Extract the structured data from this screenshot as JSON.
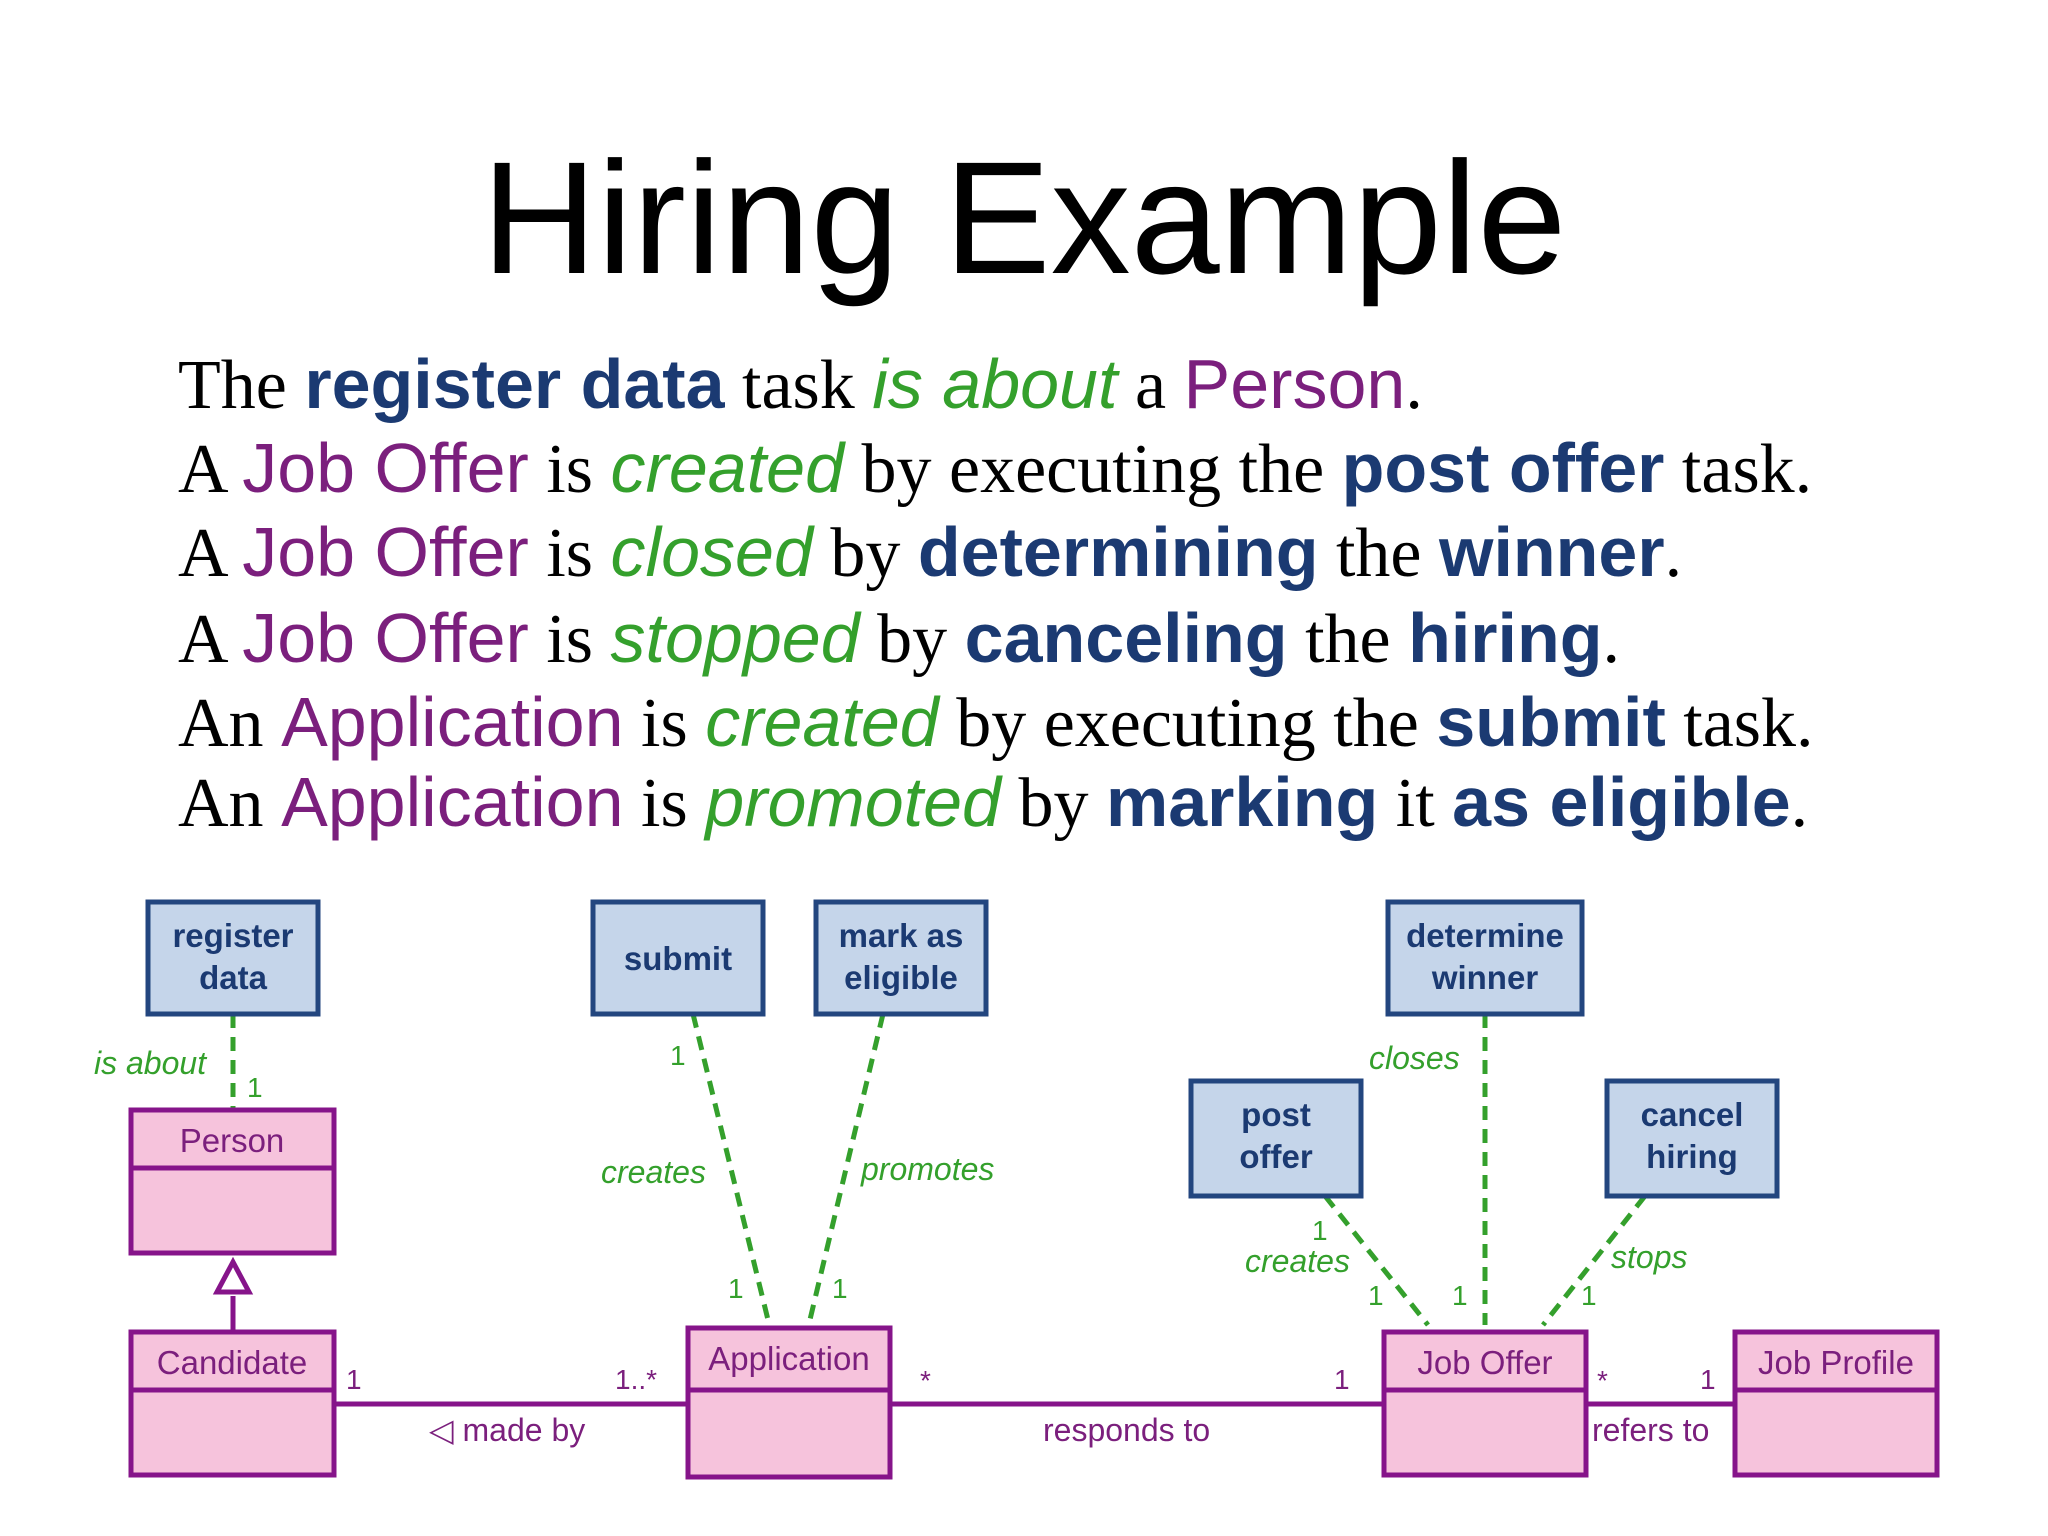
{
  "title": "Hiring Example",
  "sentences": [
    {
      "p": "The ",
      "t1": "register data",
      "m1": " task ",
      "v": "is about",
      "m2": " a ",
      "c": "Person",
      "end": "."
    },
    {
      "p": "A ",
      "c": "Job Offer",
      "m1": " is ",
      "v": "created",
      "m2": " by executing the ",
      "t1": "post offer",
      "end": " task."
    },
    {
      "p": "A ",
      "c": "Job Offer",
      "m1": " is ",
      "v": "closed",
      "m2": " by ",
      "t1": "determining",
      "m3": " the ",
      "t2": "winner",
      "end": "."
    },
    {
      "p": "A ",
      "c": "Job Offer",
      "m1": " is ",
      "v": "stopped",
      "m2": " by ",
      "t1": "canceling",
      "m3": " the ",
      "t2": "hiring",
      "end": "."
    },
    {
      "p": "An ",
      "c": "Application",
      "m1": " is ",
      "v": "created",
      "m2": " by executing the ",
      "t1": "submit",
      "end": " task."
    },
    {
      "p": "An ",
      "c": "Application",
      "m1": " is ",
      "v": "promoted",
      "m2": " by ",
      "t1": "marking",
      "m3": " it ",
      "t2": "as eligible",
      "end": "."
    }
  ],
  "tasks": {
    "register_data": [
      "register",
      "data"
    ],
    "submit": [
      "submit"
    ],
    "mark_as_eligible": [
      "mark as",
      "eligible"
    ],
    "determine_winner": [
      "determine",
      "winner"
    ],
    "post_offer": [
      "post",
      "offer"
    ],
    "cancel_hiring": [
      "cancel",
      "hiring"
    ]
  },
  "classes": {
    "person": "Person",
    "candidate": "Candidate",
    "application": "Application",
    "job_offer": "Job Offer",
    "job_profile": "Job Profile"
  },
  "task_links": {
    "is_about": {
      "label": "is about",
      "mult": "1"
    },
    "creates_app": {
      "label": "creates",
      "mult_task": "1",
      "mult_class": "1"
    },
    "promotes": {
      "label": "promotes",
      "mult_class": "1"
    },
    "closes": {
      "label": "closes",
      "mult_class": "1"
    },
    "creates_offer": {
      "label": "creates",
      "mult_task": "1",
      "mult_class": "1"
    },
    "stops": {
      "label": "stops",
      "mult_class": "1"
    }
  },
  "associations": {
    "made_by": {
      "label": "◁ made by",
      "mult_left": "1",
      "mult_right": "1..*"
    },
    "responds_to": {
      "label": "responds to",
      "mult_left": "*",
      "mult_right": "1"
    },
    "refers_to": {
      "label": "refers to",
      "mult_left": "*",
      "mult_right": "1"
    }
  },
  "colors": {
    "task_text": "#1b3a72",
    "task_fill": "#c5d5ea",
    "task_border": "#23467f",
    "class_text": "#7b1f7d",
    "class_fill": "#f6c3dc",
    "class_border": "#86148a",
    "link_green": "#34a02c"
  }
}
